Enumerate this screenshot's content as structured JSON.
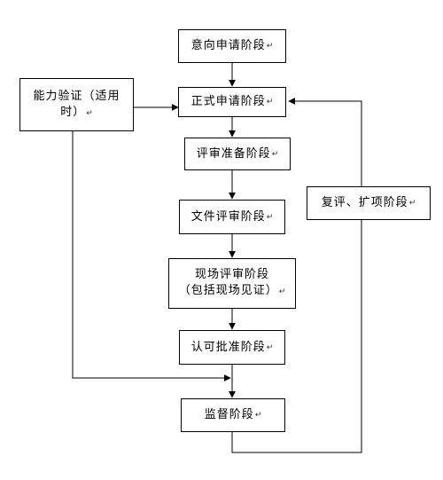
{
  "paragraph_mark": "↵",
  "nodes": {
    "intent": {
      "text": "意向申请阶段"
    },
    "formal": {
      "text": "正式申请阶段"
    },
    "prep": {
      "text": "评审准备阶段"
    },
    "doc": {
      "text": "文件评审阶段"
    },
    "site": {
      "line1": "现场评审阶段",
      "line2": "（包括现场见证）"
    },
    "approve": {
      "text": "认可批准阶段"
    },
    "monitor": {
      "text": "监督阶段"
    },
    "ability": {
      "line1": "能力验证（适用",
      "line2": "时）"
    },
    "review": {
      "text": "复评、扩项阶段"
    }
  }
}
